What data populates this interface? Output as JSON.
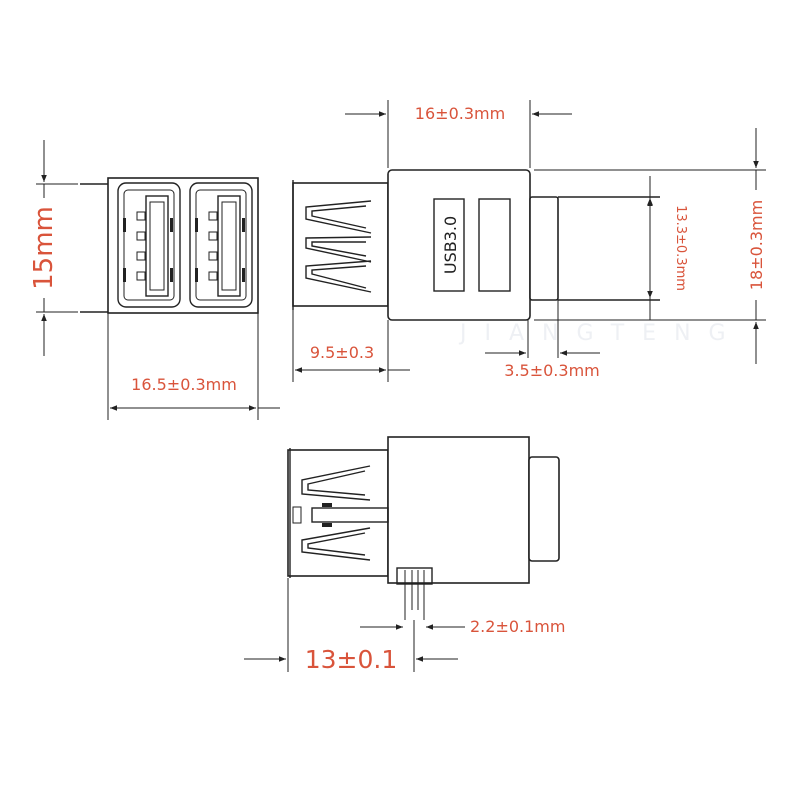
{
  "diagram": {
    "subject": "Dual USB 3.0 Type-A female connector dimensions",
    "dimension_color": "#d9543b",
    "line_color": "#222222",
    "watermark": "JIANGTENG",
    "views": {
      "front": {
        "height_label": "15mm",
        "width_label": "16.5±0.3mm"
      },
      "side": {
        "body_label": "USB3.0",
        "body_length_label": "16±0.3mm",
        "port_depth_label": "9.5±0.3",
        "step_label": "3.5±0.3mm",
        "rear_height_label": "13.3±0.3mm",
        "total_height_label": "18±0.3mm"
      },
      "bottom": {
        "pin_pitch_label": "2.2±0.1mm",
        "pin_offset_label": "13±0.1"
      }
    }
  }
}
